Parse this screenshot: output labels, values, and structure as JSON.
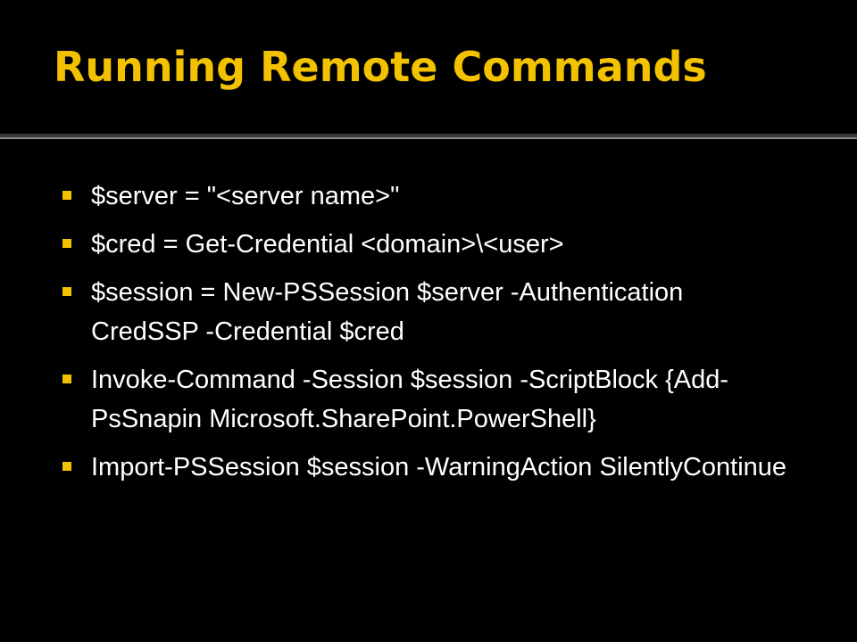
{
  "slide": {
    "title": "Running Remote Commands",
    "accent_color": "#F2C200",
    "background_color": "#000000",
    "text_color": "#FFFFFF",
    "bullet_icon": "yellow-square-bullet",
    "bullets": [
      {
        "text": "$server = \"<server name>\""
      },
      {
        "text": "$cred = Get-Credential <domain>\\<user>"
      },
      {
        "text": "$session = New-PSSession $server -Authentication CredSSP -Credential $cred"
      },
      {
        "text": "Invoke-Command -Session $session -ScriptBlock {Add-PsSnapin Microsoft.SharePoint.PowerShell}"
      },
      {
        "text": "Import-PSSession $session -WarningAction SilentlyContinue"
      }
    ]
  }
}
